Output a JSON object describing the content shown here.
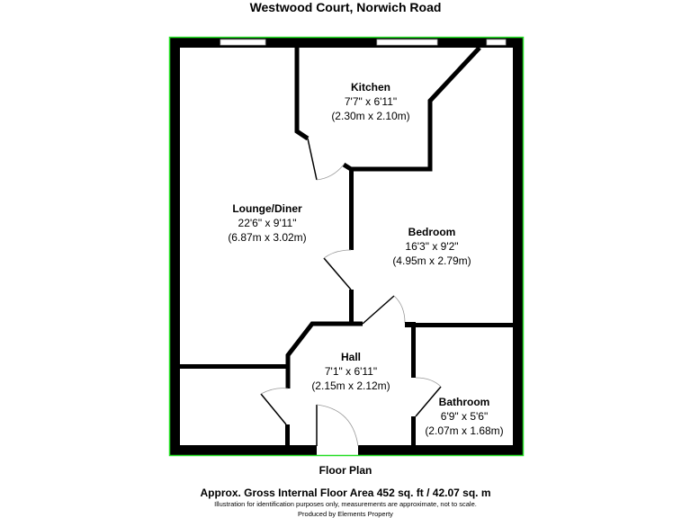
{
  "title": "Westwood Court, Norwich Road",
  "rooms": {
    "kitchen": {
      "name": "Kitchen",
      "imperial": "7'7\" x 6'11\"",
      "metric": "(2.30m x 2.10m)"
    },
    "lounge": {
      "name": "Lounge/Diner",
      "imperial": "22'6\" x 9'11\"",
      "metric": "(6.87m x 3.02m)"
    },
    "bedroom": {
      "name": "Bedroom",
      "imperial": "16'3\" x 9'2\"",
      "metric": "(4.95m x 2.79m)"
    },
    "hall": {
      "name": "Hall",
      "imperial": "7'1\" x 6'11\"",
      "metric": "(2.15m x 2.12m)"
    },
    "bathroom": {
      "name": "Bathroom",
      "imperial": "6'9\" x 5'6\"",
      "metric": "(2.07m x 1.68m)"
    }
  },
  "footer": {
    "floor_label": "Floor Plan",
    "area": "Approx. Gross Internal Floor Area 452 sq. ft / 42.07 sq. m",
    "disclaimer": "Illustration for identification purposes only, measurements are approximate, not to scale.",
    "credit": "Produced by Elements Property"
  },
  "colors": {
    "border": "#22dd22",
    "wall": "#000000"
  }
}
